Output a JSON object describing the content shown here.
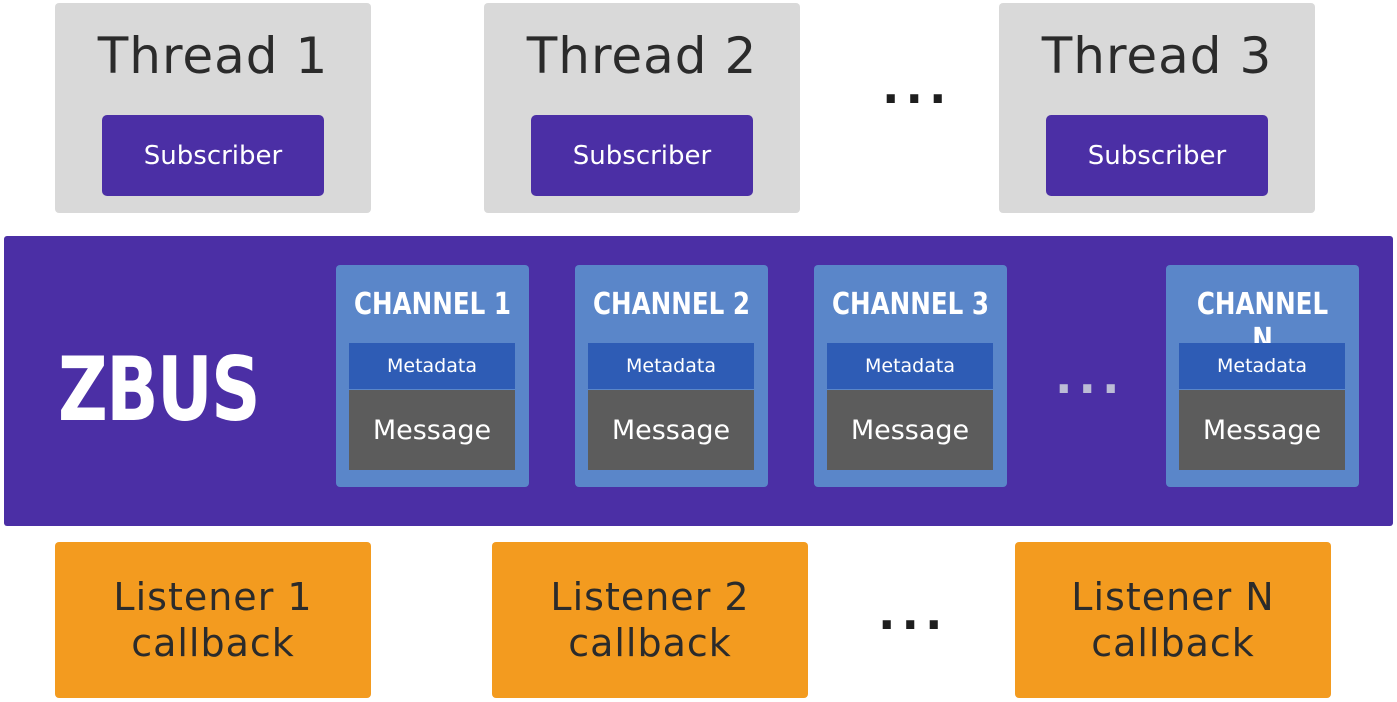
{
  "threads": [
    {
      "title": "Thread 1",
      "subscriber": "Subscriber"
    },
    {
      "title": "Thread 2",
      "subscriber": "Subscriber"
    },
    {
      "title": "Thread 3",
      "subscriber": "Subscriber"
    }
  ],
  "ellipsis": "...",
  "zbus": {
    "label": "ZBUS"
  },
  "channels": [
    {
      "title": "CHANNEL 1",
      "metadata": "Metadata",
      "message": "Message"
    },
    {
      "title": "CHANNEL 2",
      "metadata": "Metadata",
      "message": "Message"
    },
    {
      "title": "CHANNEL 3",
      "metadata": "Metadata",
      "message": "Message"
    },
    {
      "title": "CHANNEL N",
      "metadata": "Metadata",
      "message": "Message"
    }
  ],
  "listeners": [
    {
      "line1": "Listener 1",
      "line2": "callback"
    },
    {
      "line1": "Listener 2",
      "line2": "callback"
    },
    {
      "line1": "Listener N",
      "line2": "callback"
    }
  ],
  "colors": {
    "purple": "#4b2fa5",
    "thread_bg": "#d9d9d9",
    "channel_bg": "#5a86c9",
    "metadata_bg": "#2e5cb5",
    "message_bg": "#5c5c5c",
    "listener_bg": "#f39b1f"
  }
}
